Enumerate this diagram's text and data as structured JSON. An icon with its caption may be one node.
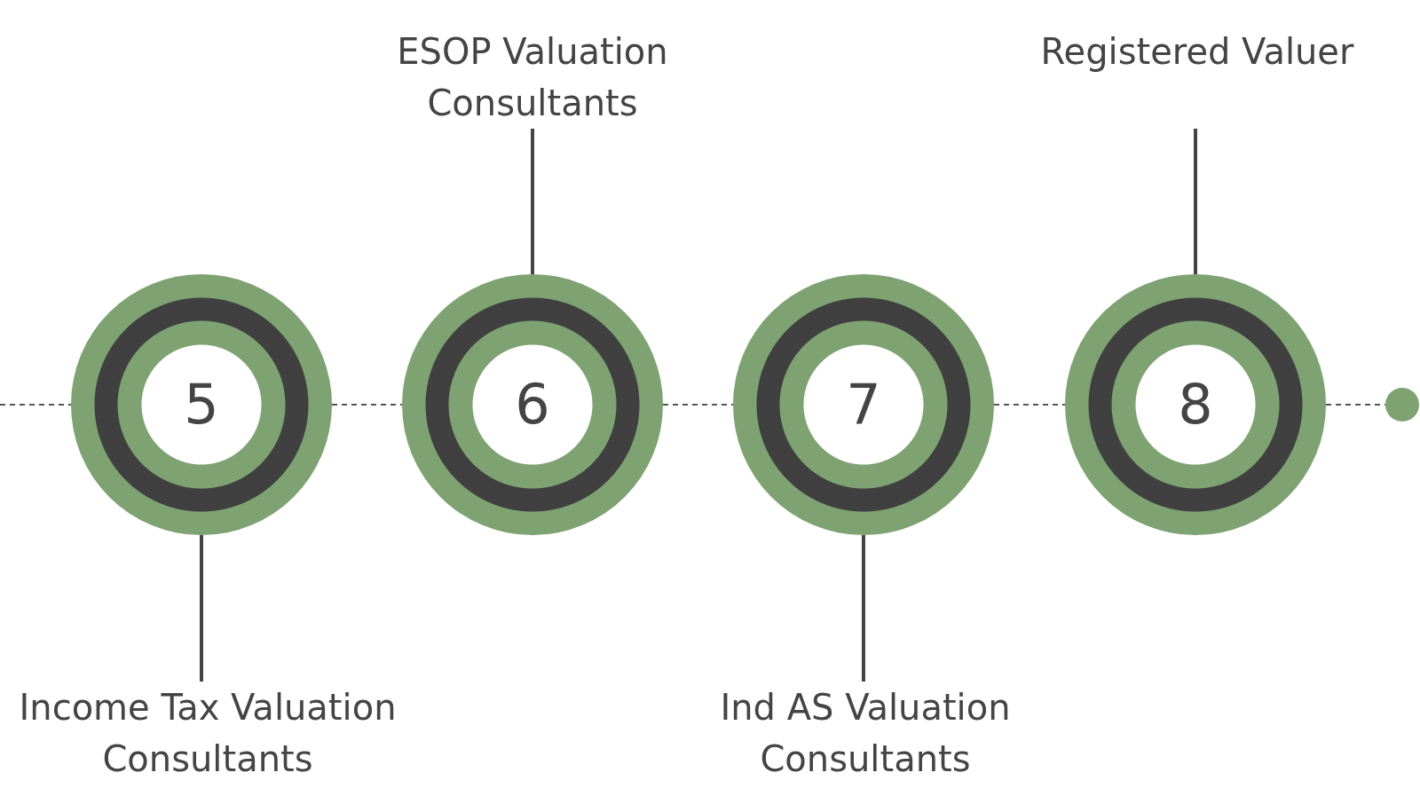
{
  "diagram": {
    "nodes": [
      {
        "text": [
          "5"
        ]
      },
      {
        "text": [
          "Income Tax Valuation Consultants"
        ]
      },
      {
        "text": [
          "6"
        ]
      },
      {
        "text": [
          "ESOP Valuation Consultants"
        ]
      },
      {
        "text": [
          "7"
        ]
      },
      {
        "text": [
          "Ind AS Valuation Consultants"
        ]
      },
      {
        "text": [
          "8"
        ]
      },
      {
        "text": [
          "Registered Valuer"
        ]
      },
      {
        "text": [],
        "shape": "circle"
      }
    ],
    "edges": [
      {
        "from": null,
        "to": 0,
        "arrow": "none",
        "style": "dashed"
      },
      {
        "from": 0,
        "to": 2,
        "arrow": "none",
        "style": "dashed"
      },
      {
        "from": 2,
        "to": 4,
        "arrow": "none",
        "style": "dashed"
      },
      {
        "from": 4,
        "to": 6,
        "arrow": "none",
        "style": "dashed"
      },
      {
        "from": 6,
        "to": 8,
        "arrow": "none",
        "style": "dashed"
      },
      {
        "from": 1,
        "to": 0,
        "arrow": "none"
      },
      {
        "from": 3,
        "to": 2,
        "arrow": "none"
      },
      {
        "from": 5,
        "to": 4,
        "arrow": "none"
      },
      {
        "from": 7,
        "to": 6,
        "arrow": "none"
      }
    ]
  }
}
